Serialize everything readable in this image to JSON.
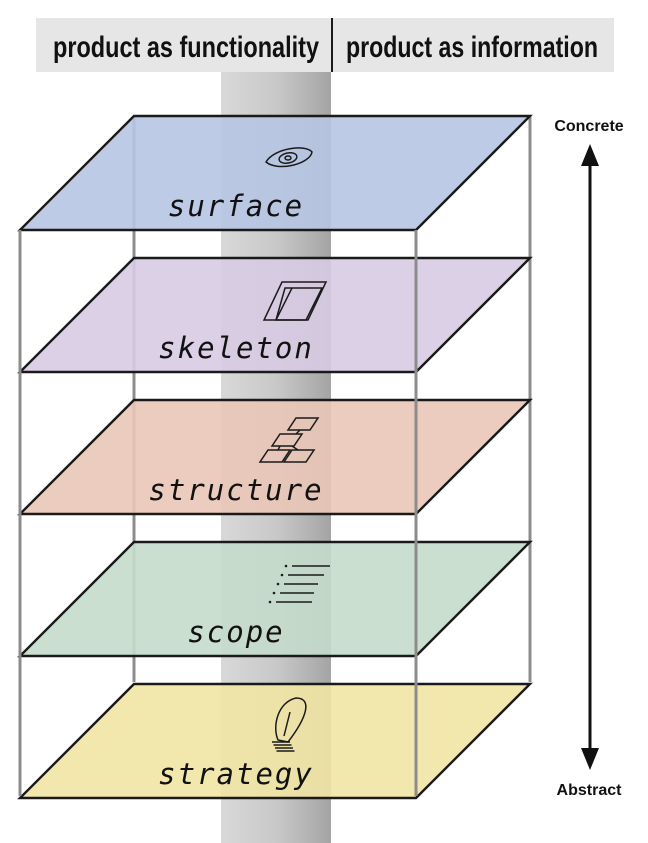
{
  "header": {
    "left": "product as functionality",
    "right": "product as information"
  },
  "axis": {
    "top": "Concrete",
    "bottom": "Abstract"
  },
  "planes": [
    {
      "label": "surface",
      "icon": "eye-icon",
      "color": "#b7c5e4"
    },
    {
      "label": "skeleton",
      "icon": "wireframe-icon",
      "color": "#d8cbe4"
    },
    {
      "label": "structure",
      "icon": "hierarchy-icon",
      "color": "#e9c6b7"
    },
    {
      "label": "scope",
      "icon": "list-icon",
      "color": "#c5dccb"
    },
    {
      "label": "strategy",
      "icon": "lightbulb-icon",
      "color": "#f1e6a4"
    }
  ],
  "colors": {
    "header_bg": "#e6e6e6",
    "center_band": "#8c8c8c"
  }
}
